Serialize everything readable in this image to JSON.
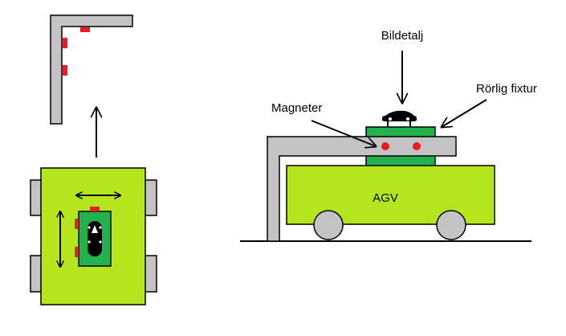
{
  "labels": {
    "part": "Bildetalj",
    "fixture": "Rörlig fixtur",
    "magnets": "Magneter",
    "agv": "AGV"
  },
  "colors": {
    "agv_body": "#b5e61d",
    "fixture_green": "#22b14c",
    "rail_gray": "#c3c3c3",
    "wheel_gray": "#c3c3c3",
    "magnet_red": "#ed1c24",
    "outline": "#000000",
    "background": "#ffffff"
  },
  "icons": {
    "motion_arrows": "double-headed-arrow",
    "direction_arrow": "up-arrow",
    "part_shape": "rounded-part-silhouette"
  }
}
